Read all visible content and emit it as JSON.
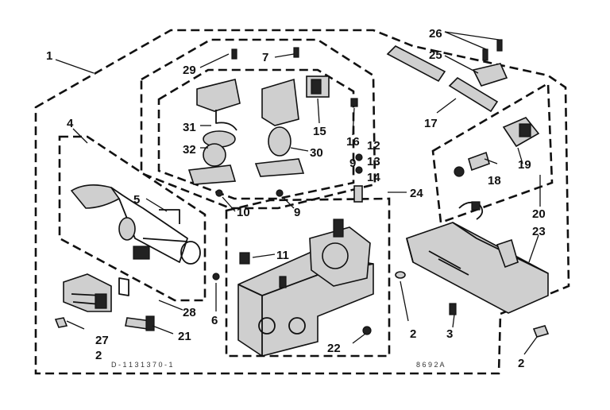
{
  "diagram": {
    "callouts": [
      "1",
      "2",
      "2",
      "2",
      "3",
      "4",
      "5",
      "6",
      "7",
      "9",
      "9",
      "10",
      "11",
      "12",
      "13",
      "14",
      "15",
      "16",
      "17",
      "18",
      "19",
      "20",
      "21",
      "22",
      "23",
      "24",
      "25",
      "26",
      "27",
      "28",
      "29",
      "30",
      "31",
      "32"
    ],
    "footer_code_left": "D - 1  1 3 1 3 7 0 - 1",
    "footer_code_right": "8 6  9 2  A"
  }
}
